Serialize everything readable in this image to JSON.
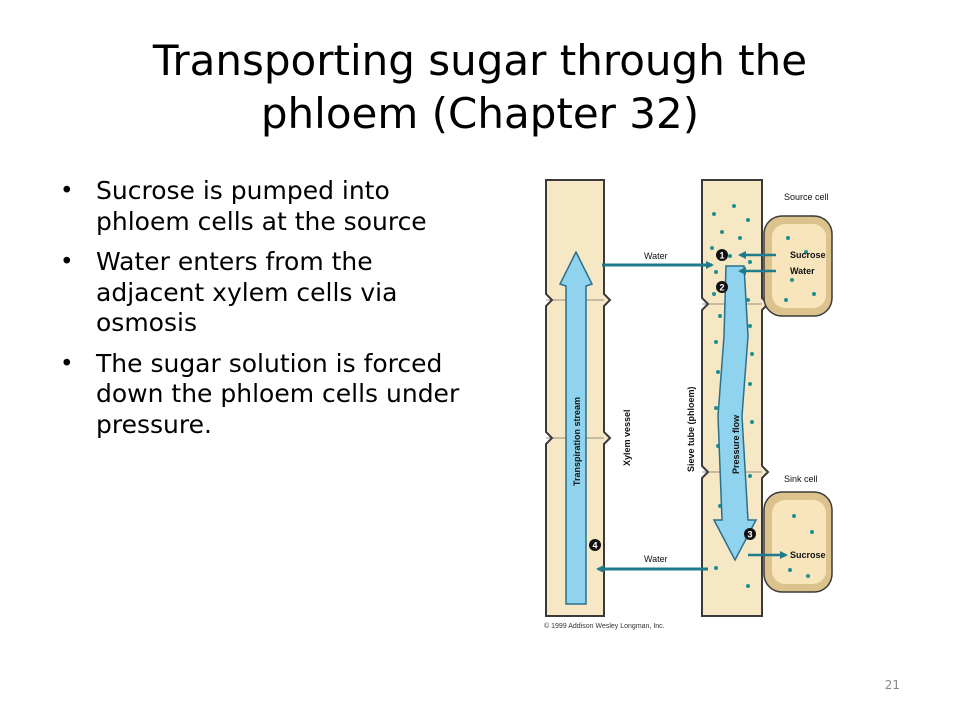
{
  "slide": {
    "title_line1": "Transporting sugar through the",
    "title_line2": "phloem (Chapter 32)",
    "bullet_marker": "•",
    "bullets": [
      "Sucrose is pumped into phloem cells at the source",
      "Water enters from the adjacent xylem cells via osmosis",
      "The sugar solution is forced down the phloem cells under pressure."
    ],
    "page_number": "21"
  },
  "diagram": {
    "labels": {
      "source_cell": "Source cell",
      "sink_cell": "Sink cell",
      "sucrose_top": "Sucrose",
      "water_right": "Water",
      "sucrose_bottom": "Sucrose",
      "water_top": "Water",
      "water_bottom": "Water",
      "transpiration_stream": "Transpiration stream",
      "xylem_vessel": "Xylem vessel",
      "sieve_tube": "Sieve tube (phloem)",
      "pressure_flow": "Pressure flow",
      "copyright": "© 1999 Addison Wesley Longman, Inc."
    },
    "steps": [
      "1",
      "2",
      "3",
      "4"
    ],
    "colors": {
      "tube_fill": "#f6e7c5",
      "tube_outline": "#3a3a3a",
      "cell_fill": "#f8e5bc",
      "cell_rim": "#dcc38e",
      "dot": "#1e8f8f",
      "stream_fill": "#8fd3ee",
      "stream_outline": "#2b6f8c",
      "arrow": "#1f7a8c"
    }
  }
}
